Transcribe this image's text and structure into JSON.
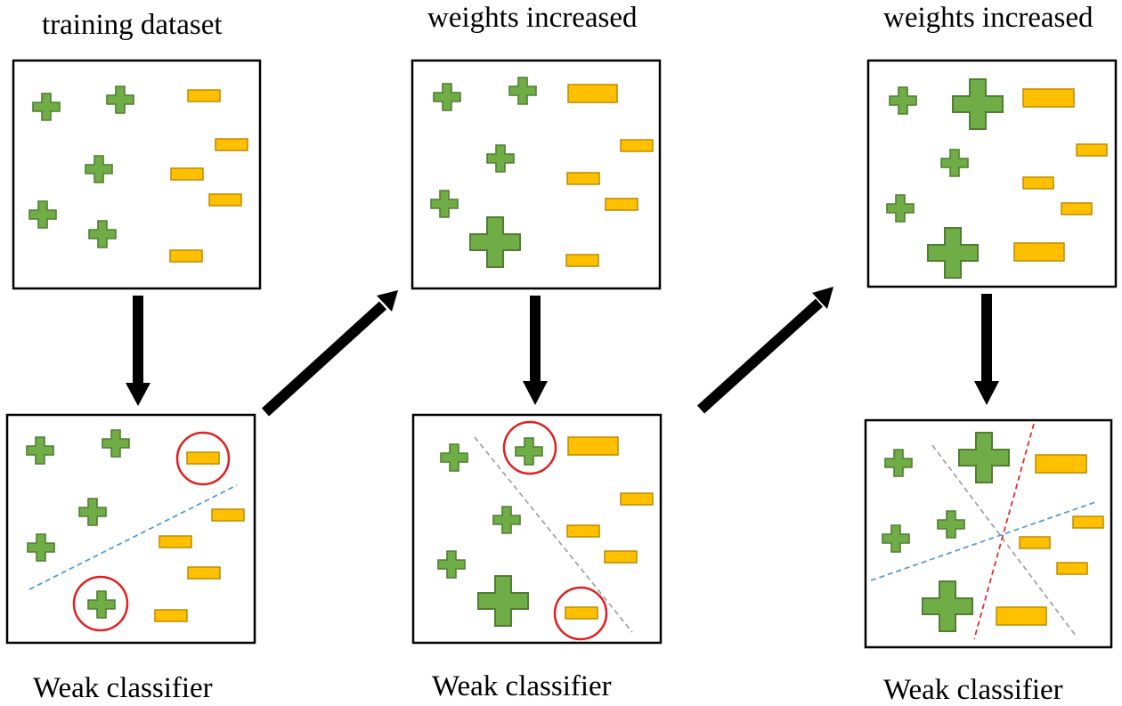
{
  "captions": {
    "top_left": "training dataset",
    "top_middle": "weights increased",
    "top_right": "weights increased",
    "bottom_left": "Weak classifier",
    "bottom_middle": "Weak classifier",
    "bottom_right": "Weak classifier"
  },
  "colors": {
    "plus_fill": "#70AD47",
    "plus_stroke": "#507E32",
    "minus_fill": "#FFC000",
    "minus_stroke": "#BC8C00",
    "highlight_circle": "#E02020",
    "boundary_blue": "#5B9BD5",
    "boundary_gray": "#A6A6A6",
    "boundary_red": "#E03030",
    "box_border": "#000000",
    "arrow": "#000000"
  }
}
